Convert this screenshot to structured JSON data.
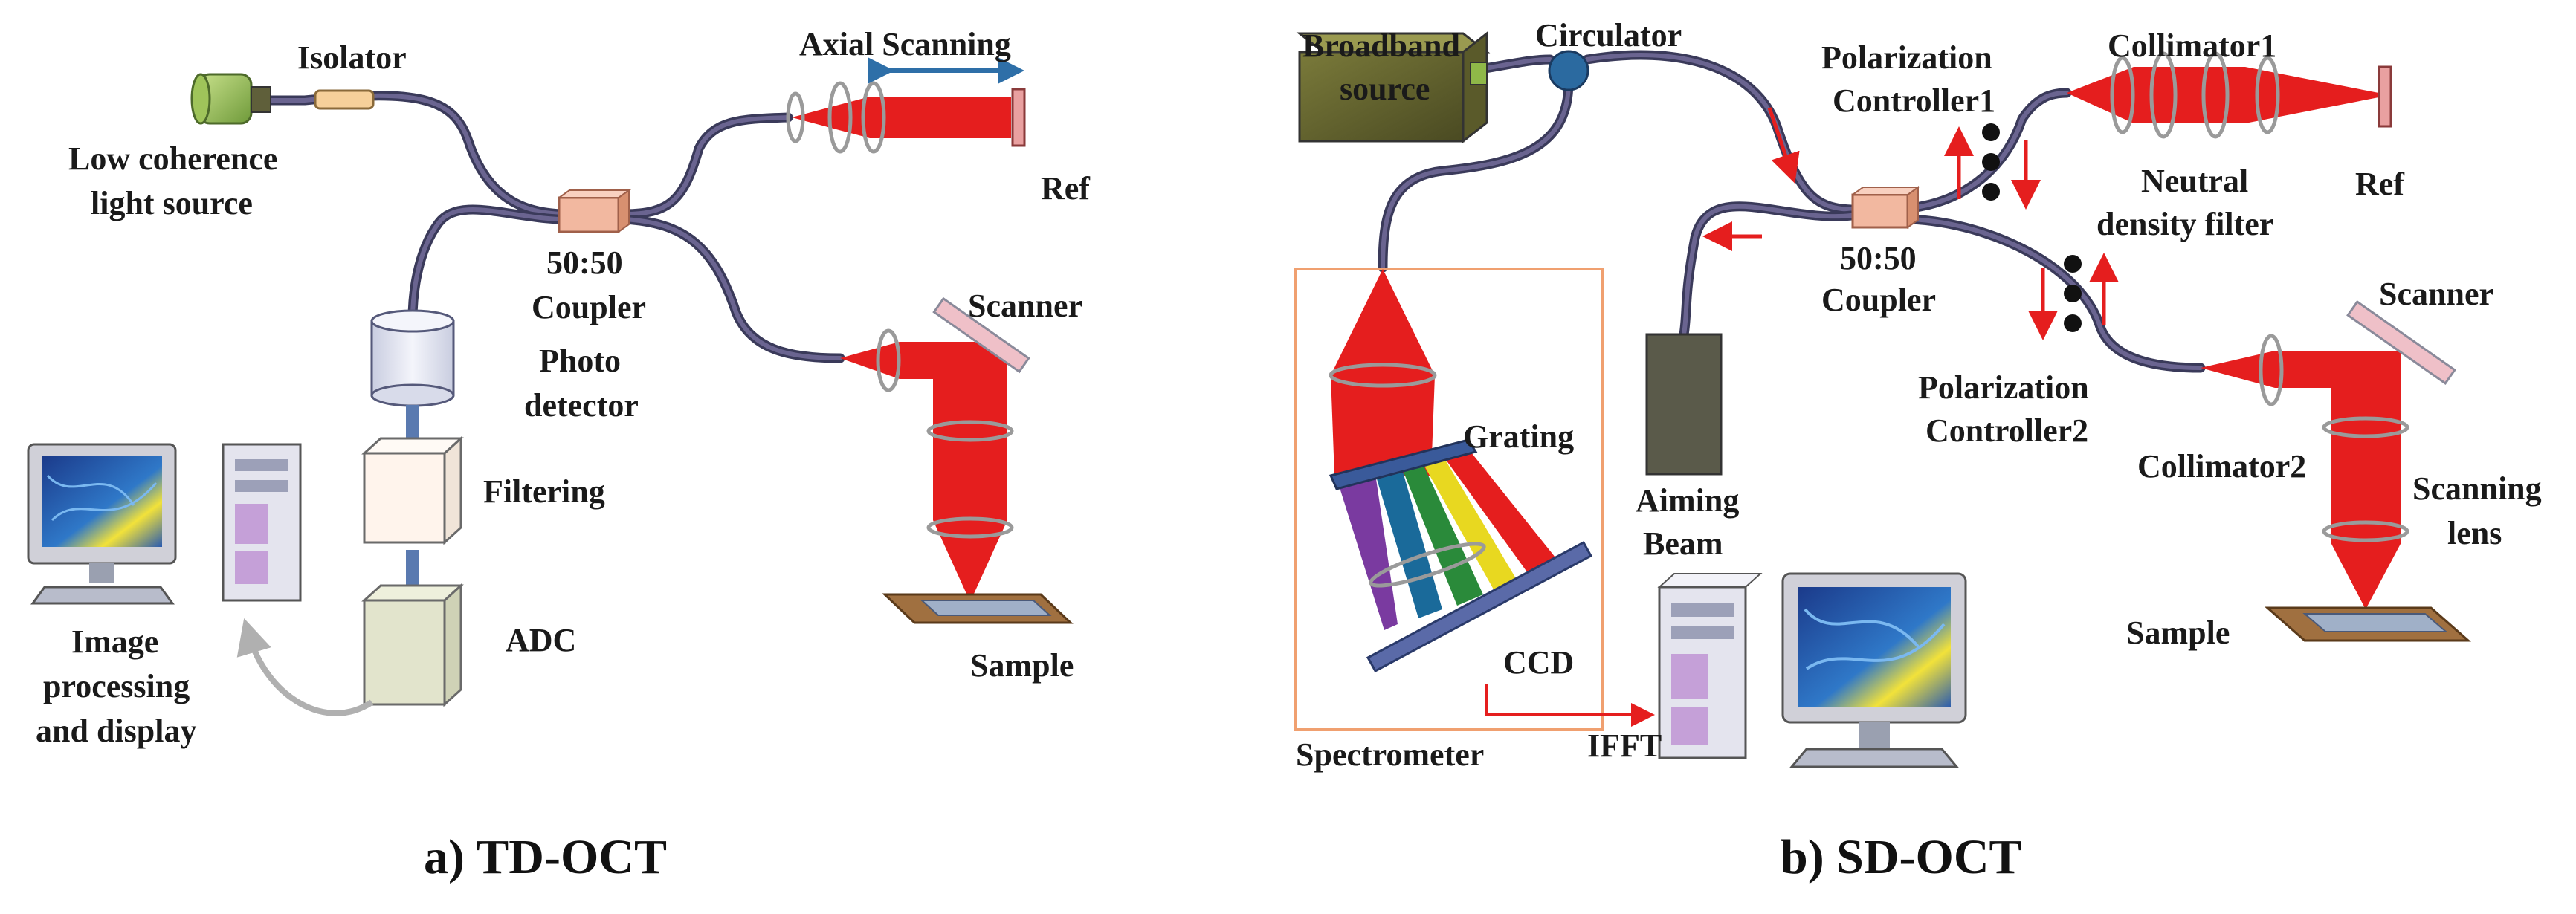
{
  "figure": {
    "panel_a": {
      "caption": "a)  TD-OCT",
      "labels": {
        "isolator": "Isolator",
        "source_line1": "Low coherence",
        "source_line2": "light source",
        "axial_scanning": "Axial Scanning",
        "ref": "Ref",
        "coupler_line1": "50:50",
        "coupler_line2": "Coupler",
        "scanner": "Scanner",
        "photo_line1": "Photo",
        "photo_line2": "detector",
        "filtering": "Filtering",
        "adc": "ADC",
        "sample": "Sample",
        "image_line1": "Image",
        "image_line2": "processing",
        "image_line3": "and display"
      }
    },
    "panel_b": {
      "caption": "b)  SD-OCT",
      "labels": {
        "broadband_line1": "Broadband",
        "broadband_line2": "source",
        "circulator": "Circulator",
        "pc1_line1": "Polarization",
        "pc1_line2": "Controller1",
        "collimator1": "Collimator1",
        "ndf_line1": "Neutral",
        "ndf_line2": "density filter",
        "ref": "Ref",
        "coupler_line1": "50:50",
        "coupler_line2": "Coupler",
        "scanner": "Scanner",
        "pc2_line1": "Polarization",
        "pc2_line2": "Controller2",
        "collimator2": "Collimator2",
        "scanning_line1": "Scanning",
        "scanning_line2": "lens",
        "sample": "Sample",
        "grating": "Grating",
        "aiming_line1": "Aiming",
        "aiming_line2": "Beam",
        "ccd": "CCD",
        "spectrometer": "Spectrometer",
        "ifft": "IFFT"
      }
    },
    "colors": {
      "beam": "#e51e1e",
      "fiber": "#3a3a5a",
      "coupler": "#f2b8a0",
      "spectrometer_box": "#f0a070",
      "double_arrow": "#2e6fa8"
    }
  }
}
